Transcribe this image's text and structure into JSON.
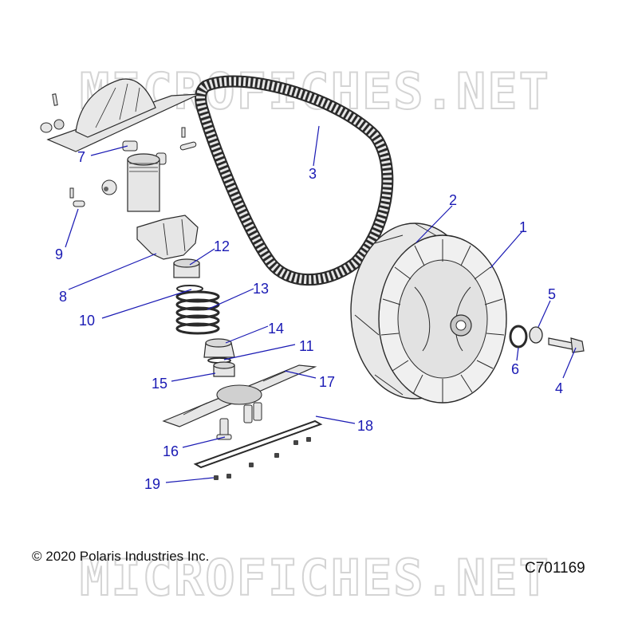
{
  "watermark": "MICROFICHES.NET",
  "copyright": "© 2020 Polaris Industries Inc.",
  "diagram_code": "C701169",
  "callouts": [
    "1",
    "2",
    "3",
    "4",
    "5",
    "6",
    "7",
    "8",
    "9",
    "10",
    "11",
    "12",
    "13",
    "14",
    "15",
    "16",
    "17",
    "18",
    "19"
  ],
  "colors": {
    "label": "#1a1ab4",
    "part_fill": "#e6e6e6",
    "outline": "#2a2a2a",
    "watermark": "#d4d4d4"
  }
}
